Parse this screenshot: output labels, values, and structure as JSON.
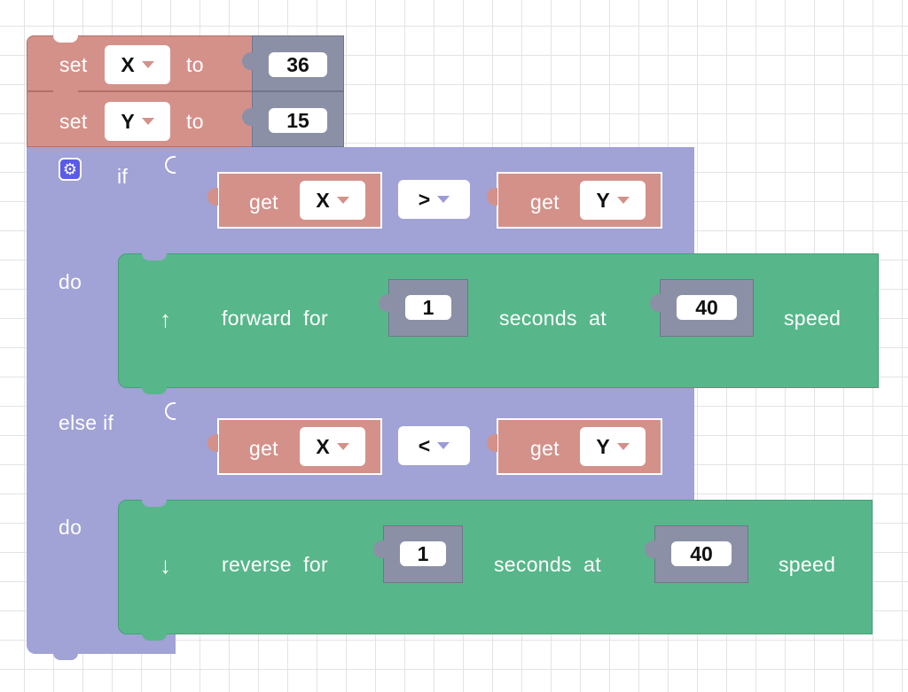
{
  "set_blocks": [
    {
      "keyword": "set",
      "variable": "X",
      "connector": "to",
      "value": "36"
    },
    {
      "keyword": "set",
      "variable": "Y",
      "connector": "to",
      "value": "15"
    }
  ],
  "if_block": {
    "if_label": "if",
    "do_label": "do",
    "else_if_label": "else if",
    "gear_icon": "⚙",
    "conditions": [
      {
        "left_keyword": "get",
        "left_var": "X",
        "operator": ">",
        "right_keyword": "get",
        "right_var": "Y"
      },
      {
        "left_keyword": "get",
        "left_var": "X",
        "operator": "<",
        "right_keyword": "get",
        "right_var": "Y"
      }
    ],
    "actions": [
      {
        "icon": "↑",
        "text1": "forward  for",
        "seconds": "1",
        "text2": "seconds  at",
        "speed": "40",
        "text3": "speed"
      },
      {
        "icon": "↓",
        "text1": "reverse  for",
        "seconds": "1",
        "text2": "seconds  at",
        "speed": "40",
        "text3": "speed"
      }
    ]
  },
  "colors": {
    "variable_block": "#d4918a",
    "number_block": "#8c90a6",
    "control_block": "#a1a2d5",
    "motor_block": "#57b78a",
    "gear_button": "#5a5be8"
  }
}
